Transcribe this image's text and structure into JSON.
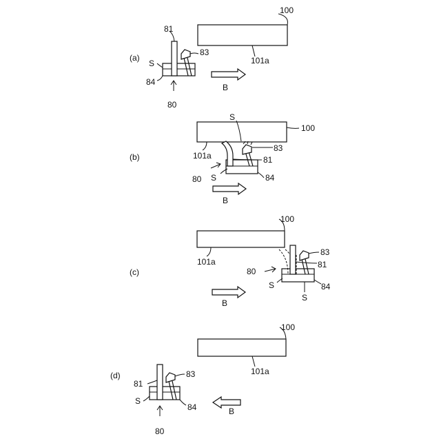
{
  "panels": [
    {
      "id": "a",
      "label": "(a)",
      "tags": {
        "workpiece": "100",
        "surface": "101a",
        "unit": "80",
        "post": "81",
        "nozzle": "83",
        "block": "84",
        "seal": "S",
        "arrow": "B"
      }
    },
    {
      "id": "b",
      "label": "(b)",
      "tags": {
        "workpiece": "100",
        "surface": "101a",
        "unit": "80",
        "post": "81",
        "nozzle": "83",
        "block": "84",
        "seal": "S",
        "seal_top": "S",
        "arrow": "B"
      }
    },
    {
      "id": "c",
      "label": "(c)",
      "tags": {
        "workpiece": "100",
        "surface": "101a",
        "unit": "80",
        "post": "81",
        "nozzle": "83",
        "block": "84",
        "seal": "S",
        "seal_low": "S",
        "arrow": "B"
      }
    },
    {
      "id": "d",
      "label": "(d)",
      "tags": {
        "workpiece": "100",
        "surface": "101a",
        "unit": "80",
        "post": "81",
        "nozzle": "83",
        "block": "84",
        "seal": "S",
        "arrow": "B"
      }
    }
  ]
}
